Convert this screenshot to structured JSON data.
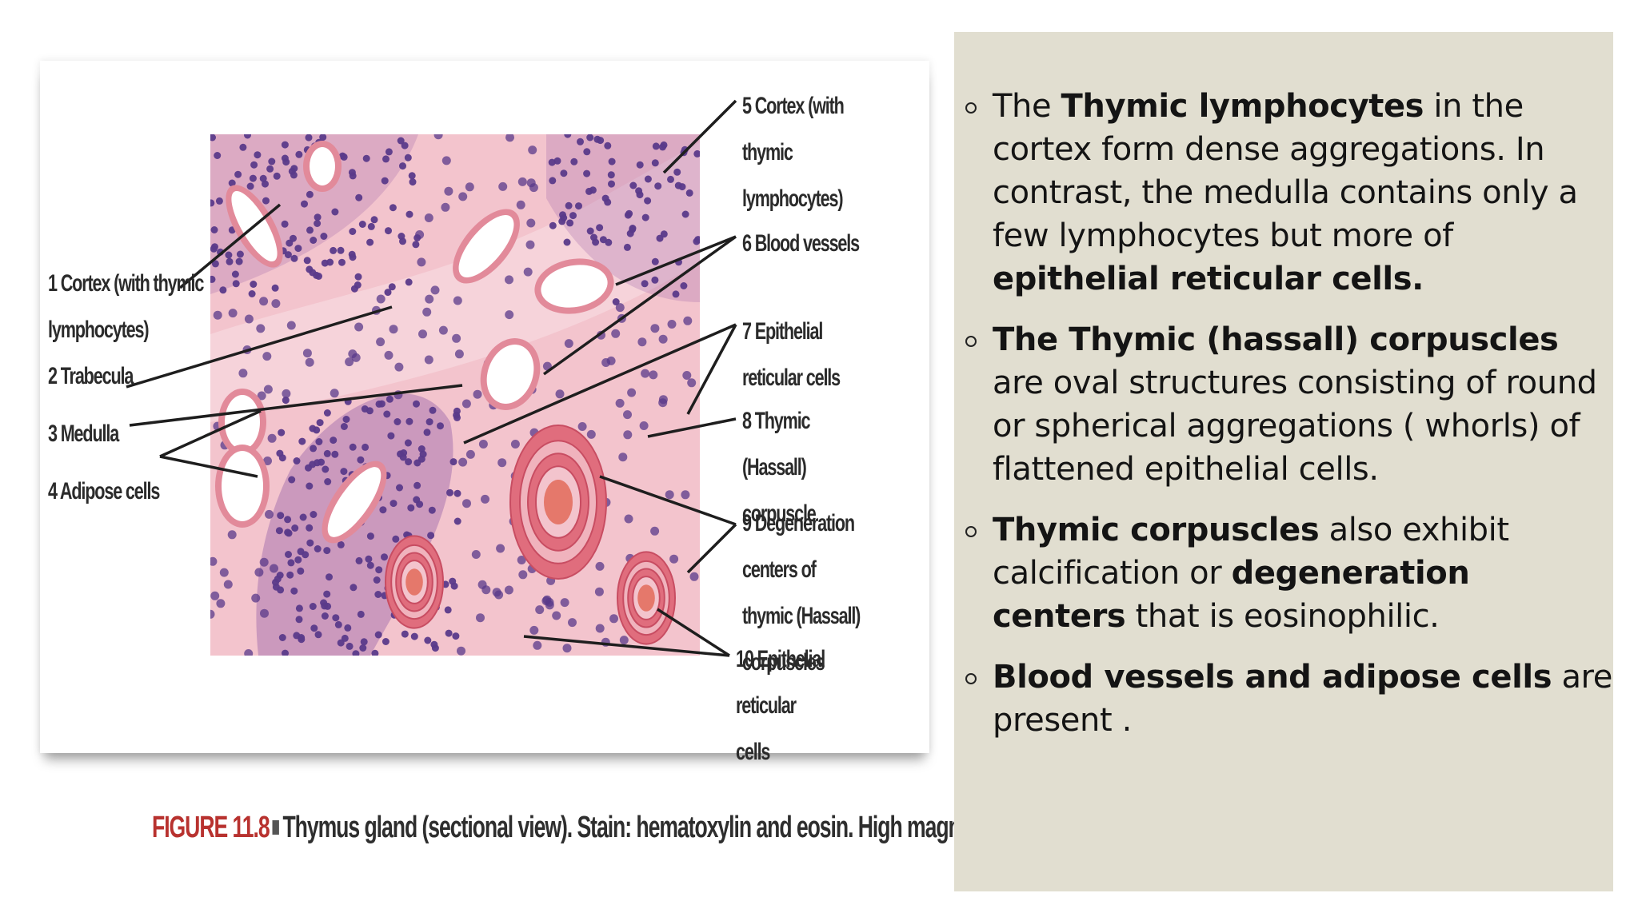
{
  "figure": {
    "caption_number": "FIGURE 11.8",
    "caption_text": "Thymus gland (sectional view). Stain: hematoxylin and eosin. High magnification.",
    "labels_left": [
      "1 Cortex (with thymic\n  lymphocytes)",
      "2 Trabecula",
      "3 Medulla",
      "4 Adipose cells"
    ],
    "labels_right": [
      "5 Cortex (with thymic\n  lymphocytes)",
      "6 Blood vessels",
      "7 Epithelial reticular cells",
      "8 Thymic (Hassall) corpuscle",
      "9 Degeneration centers of\n  thymic (Hassall) corpuscles",
      "10 Epithelial reticular\n   cells"
    ],
    "colors": {
      "stroma": "#f3c4cd",
      "nuclei": "#5a3a8a",
      "caption_accent": "#b8322f"
    }
  },
  "bullets": [
    {
      "segments": [
        {
          "text": "The ",
          "bold": false
        },
        {
          "text": "Thymic lymphocytes",
          "bold": true
        },
        {
          "text": " in the cortex form dense aggregations. In contrast, the medulla contains only a few lymphocytes but more of ",
          "bold": false
        },
        {
          "text": "epithelial reticular cells.",
          "bold": true
        }
      ]
    },
    {
      "segments": [
        {
          "text": "The Thymic (hassall) corpuscles",
          "bold": true
        },
        {
          "text": " are oval structures consisting of round or spherical aggregations ( whorls) of flattened epithelial cells.",
          "bold": false
        }
      ]
    },
    {
      "segments": [
        {
          "text": "Thymic corpuscles",
          "bold": true
        },
        {
          "text": " also exhibit calcification or ",
          "bold": false
        },
        {
          "text": "degeneration centers",
          "bold": true
        },
        {
          "text": " that is eosinophilic.",
          "bold": false
        }
      ]
    },
    {
      "segments": [
        {
          "text": "Blood vessels and adipose cells",
          "bold": true
        },
        {
          "text": " are present .",
          "bold": false
        }
      ]
    }
  ],
  "panel_color": "#e1ded0"
}
